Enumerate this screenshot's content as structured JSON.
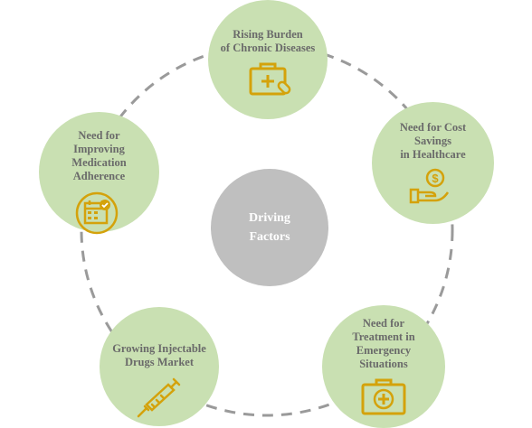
{
  "center": {
    "label": "Driving\nFactors"
  },
  "factors": [
    {
      "label": "Rising Burden\nof Chronic Diseases",
      "icon": "medical-bag-icon"
    },
    {
      "label": "Need for Cost\nSavings\nin Healthcare",
      "icon": "money-hand-icon"
    },
    {
      "label": "Need for\nTreatment in\nEmergency\nSituations",
      "icon": "first-aid-kit-icon"
    },
    {
      "label": "Growing Injectable\nDrugs Market",
      "icon": "syringe-icon"
    },
    {
      "label": "Need for\nImproving\nMedication\nAdherence",
      "icon": "calendar-check-icon"
    }
  ],
  "colors": {
    "node_fill": "#c9e0b2",
    "center_fill": "#bfbfbf",
    "icon_gold": "#d4a20b",
    "ring_dash": "#9a9a9a",
    "label_text": "#6a6a6a"
  }
}
